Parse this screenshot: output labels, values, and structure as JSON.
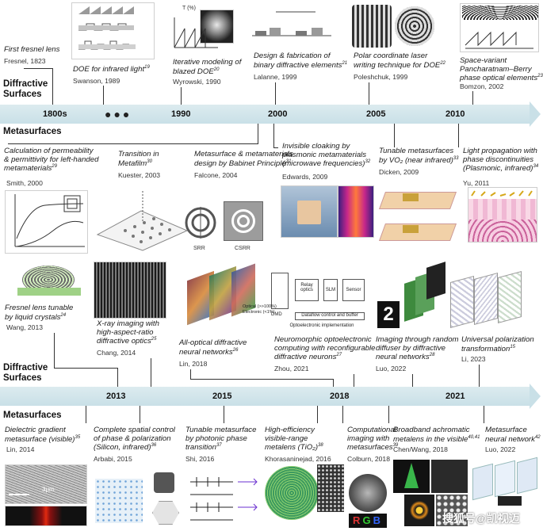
{
  "row1": {
    "sections": {
      "diffractive": [
        "Diffractive",
        "Surfaces"
      ],
      "meta": "Metasurfaces"
    },
    "years": [
      "1800s",
      "1990",
      "2000",
      "2005",
      "2010"
    ],
    "top_items": [
      {
        "title": [
          "First fresnel lens"
        ],
        "author": "Fresnel, 1823"
      },
      {
        "title": [
          "DOE for infrared light",
          "19"
        ],
        "author": "Swanson, 1989"
      },
      {
        "title": [
          "Iterative modeling of",
          "blazed DOE",
          "20"
        ],
        "author": "Wyrowski, 1990"
      },
      {
        "title": [
          "Design & fabrication of",
          "binary diffractive elements",
          "21"
        ],
        "author": "Lalanne, 1999"
      },
      {
        "title": [
          "Polar coordinate laser",
          "writing technique for DOE",
          "22"
        ],
        "author": "Poleshchuk, 1999"
      },
      {
        "title": [
          "Space-variant",
          "Pancharatnam–Berry",
          "phase optical elements",
          "23"
        ],
        "author": "Bomzon, 2002"
      }
    ],
    "bottom_items": [
      {
        "title": [
          "Calculation of permeability",
          "& permittivity for left-handed",
          "metamaterials",
          "29"
        ],
        "author": "Smith, 2000"
      },
      {
        "title": [
          "Transition in",
          "Metafilm",
          "30"
        ],
        "author": "Kuester, 2003"
      },
      {
        "title": [
          "Metasurface & metamaterials",
          "design by Babinet Principle",
          "31"
        ],
        "author": "Falcone, 2004"
      },
      {
        "title": [
          "Invisible cloaking by",
          "plasmonic metamaterials",
          "(microwave frequencies)",
          "32"
        ],
        "author": "Edwards, 2009"
      },
      {
        "title": [
          "Tunable metasurfaces",
          "by VO₂ (near infrared)",
          "33"
        ],
        "author": "Dicken, 2009"
      },
      {
        "title": [
          "Light propagation with",
          "phase discontinuities",
          "(Plasmonic, infrared)",
          "34"
        ],
        "author": "Yu, 2011"
      }
    ],
    "labels": {
      "srr": "SRR",
      "csrr": "CSRR",
      "tx": "T (%)"
    }
  },
  "row2": {
    "sections": {
      "diffractive": [
        "Diffractive",
        "Surfaces"
      ],
      "meta": "Metasurfaces"
    },
    "years": [
      "2013",
      "2015",
      "2018",
      "2021"
    ],
    "top_items": [
      {
        "title": [
          "Fresnel lens tunable",
          "by liquid crystals",
          "24"
        ],
        "author": "Wang, 2013"
      },
      {
        "title": [
          "X-ray imaging with",
          "high-aspect-ratio",
          "diffractive optics",
          "25"
        ],
        "author": "Chang, 2014"
      },
      {
        "title": [
          "All-optical diffractive",
          "neural networks",
          "26"
        ],
        "author": "Lin, 2018"
      },
      {
        "title": [
          "Neuromorphic optoelectronic",
          "computing with reconfigurable",
          "diffractive neurons",
          "27"
        ],
        "author": "Zhou, 2021"
      },
      {
        "title": [
          "Imaging through random",
          "diffuser by diffractive",
          "neural networks",
          "28"
        ],
        "author": "Luo, 2022"
      },
      {
        "title": [
          "Universal polarization",
          "transformation",
          "15"
        ],
        "author": "Li, 2023"
      }
    ],
    "bottom_items": [
      {
        "title": [
          "Dielectric gradient",
          "metasurface (visible)",
          "35"
        ],
        "author": "Lin, 2014"
      },
      {
        "title": [
          "Complete spatial control",
          "of phase & polarization",
          "(Silicon, infrared)",
          "36"
        ],
        "author": "Arbabi, 2015"
      },
      {
        "title": [
          "Tunable metasurface",
          "by photonic phase",
          "transition",
          "37"
        ],
        "author": "Shi, 2016"
      },
      {
        "title": [
          "High-efficiency",
          "visible-range",
          "metalens (TiO₂)",
          "38"
        ],
        "author": "Khorasaninejad, 2016"
      },
      {
        "title": [
          "Computational",
          "imaging with",
          "metasurfaces",
          "39"
        ],
        "author": "Colburn, 2018"
      },
      {
        "title": [
          "Broadband achromatic",
          "metalens in the visible",
          "40,41"
        ],
        "author": "Chen/Wang, 2018"
      },
      {
        "title": [
          "Metasurface",
          "neural network",
          "42"
        ],
        "author": "Luo, 2022"
      }
    ],
    "labels": {
      "scale": "3μm",
      "digit": "2",
      "optical": "Optical (>>100%)",
      "electronic": "Electronic (<1%)",
      "opto": "Optoelectronic implementation",
      "relay": "Relay optics",
      "slm": "SLM",
      "sensor": "Sensor",
      "dmd": "DMD",
      "dataflow": "Dataflow control and buffer"
    }
  },
  "watermark": "搜狐号@凯视迈"
}
